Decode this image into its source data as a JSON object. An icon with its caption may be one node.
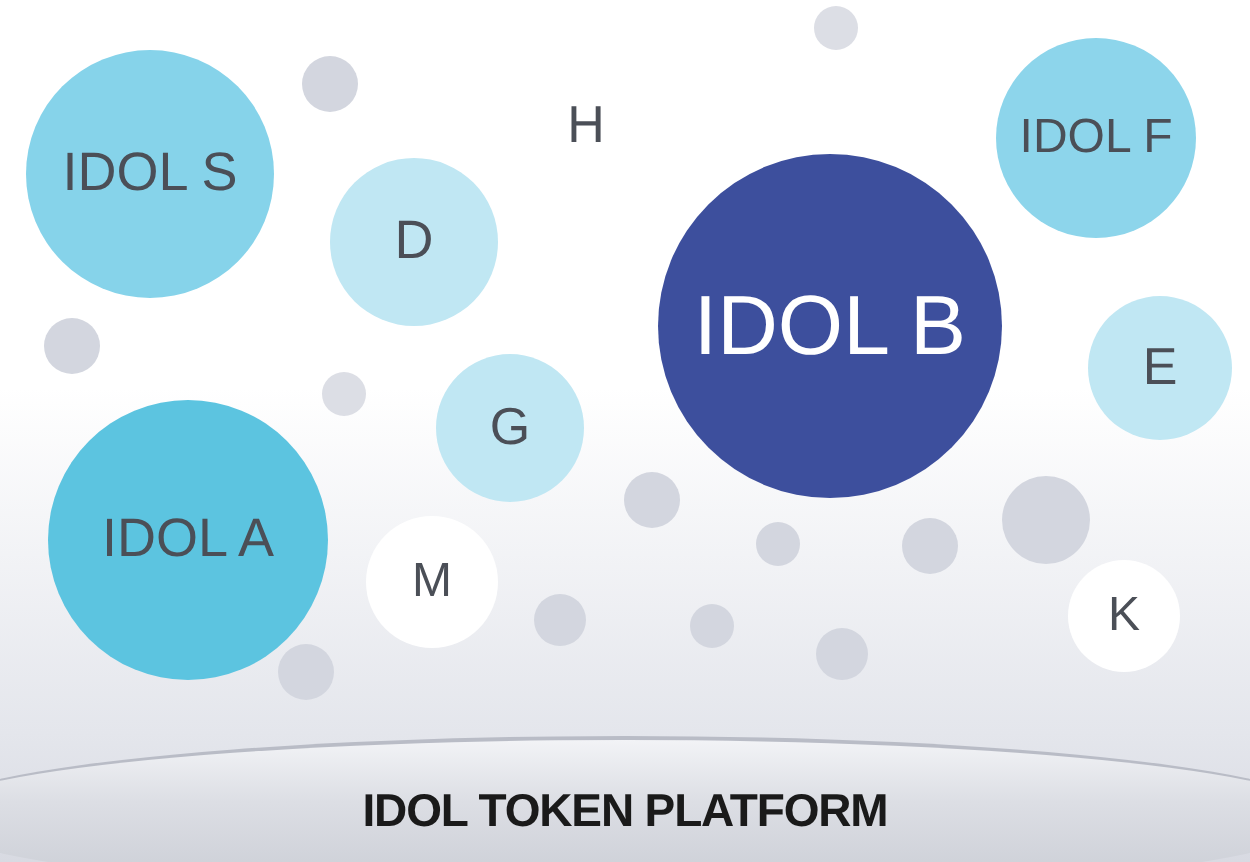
{
  "diagram": {
    "nodes": [
      {
        "text": [
          "IDOL S"
        ]
      },
      {
        "text": [
          "D"
        ]
      },
      {
        "text": [
          "IDOL F"
        ]
      },
      {
        "text": [
          "IDOL B"
        ]
      },
      {
        "text": [
          "E"
        ]
      },
      {
        "text": [
          "G"
        ]
      },
      {
        "text": [
          "IDOL A"
        ]
      },
      {
        "text": [
          "M"
        ]
      },
      {
        "text": [
          "K"
        ]
      },
      {
        "text": [
          "IDOL TOKEN PLATFORM"
        ]
      },
      {
        "text": [],
        "shape": "circle"
      },
      {
        "text": [],
        "shape": "circle"
      },
      {
        "text": [],
        "shape": "circle"
      },
      {
        "text": [],
        "shape": "circle"
      },
      {
        "text": [],
        "shape": "circle"
      },
      {
        "text": [],
        "shape": "circle"
      },
      {
        "text": [],
        "shape": "circle"
      },
      {
        "text": [],
        "shape": "circle"
      },
      {
        "text": [],
        "shape": "circle"
      },
      {
        "text": [],
        "shape": "circle"
      },
      {
        "text": [],
        "shape": "circle"
      },
      {
        "text": [],
        "shape": "circle"
      }
    ],
    "labels": [
      "H"
    ]
  }
}
